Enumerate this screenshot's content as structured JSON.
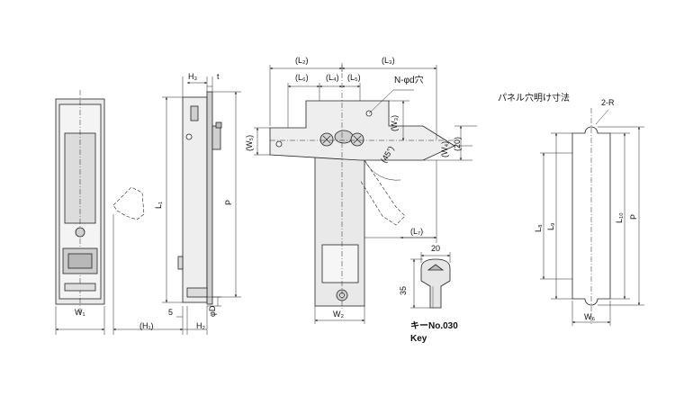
{
  "dimensions": {
    "h3": "H₃",
    "t": "t",
    "l1": "L₁",
    "p_left": "P",
    "w1": "W₁",
    "h1": "(H₁)",
    "five": "5",
    "h2": "H₂",
    "phi_d": "φD",
    "l2": "(L₂)",
    "l3": "(L₃)",
    "l6": "(L₆)",
    "l4": "(L₄)",
    "l5": "(L₅)",
    "n_hole": "N-φd穴",
    "w3": "(W₃)",
    "w5": "(W₅)",
    "w4": "(W₄)",
    "twenty_paren": "(20)",
    "angle": "(45°)",
    "l7": "(L₇)",
    "w2": "W₂",
    "key_width": "20",
    "key_height": "35",
    "key_no": "キーNo.030",
    "key_en": "Key",
    "panel_title": "パネル穴明け寸法",
    "radius": "2-R",
    "l8": "L₈",
    "l9": "L₉",
    "l10": "L₁₀",
    "p_right": "P",
    "w6": "W₆"
  },
  "colors": {
    "line": "#222222",
    "fill_light": "#e6e6e6",
    "fill_mid": "#cfcfcf",
    "fill_dark": "#b8b8b8"
  }
}
